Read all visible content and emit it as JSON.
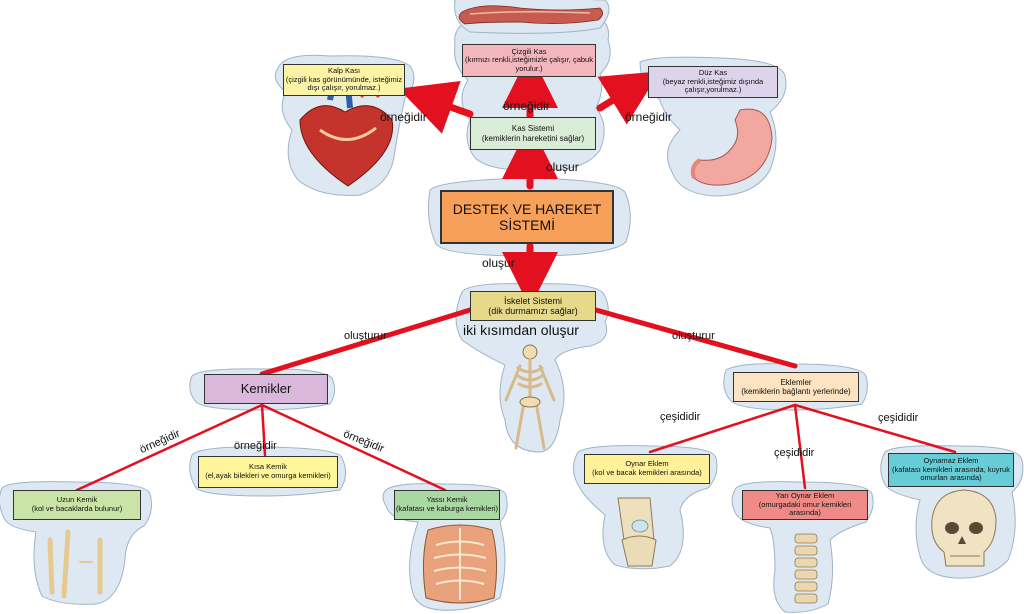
{
  "central": {
    "line1": "DESTEK VE HAREKET",
    "line2": "SİSTEMİ"
  },
  "kas_sistemi": {
    "title": "Kas Sistemi",
    "desc": "(kemiklerin hareketini sağlar)"
  },
  "cizgili_kas": {
    "title": "Çizgili Kas",
    "desc": "(kırmızı renkli,isteğimizle çalışır, çabuk yorulur.)"
  },
  "kalp_kasi": {
    "title": "Kalp Kası",
    "desc": "(çizgili kas görünümünde, isteğimiz dışı çalışır, yorulmaz.)"
  },
  "duz_kas": {
    "title": "Düz Kas",
    "desc": "(beyaz renkli,isteğimiz dışında çalışır,yorulmaz.)"
  },
  "iskelet_sistemi": {
    "title": "İskelet Sistemi",
    "desc": "(dik durmamızı sağlar)"
  },
  "kemikler": {
    "title": "Kemikler"
  },
  "eklemler": {
    "title": "Eklemler",
    "desc": "(kemiklerin bağlantı yerlerinde)"
  },
  "uzun_kemik": {
    "title": "Uzun Kemik",
    "desc": "(kol ve bacaklarda bulunur)"
  },
  "kisa_kemik": {
    "title": "Kısa Kemik",
    "desc": "(el,ayak bilekleri ve omurga kemikleri)"
  },
  "yassi_kemik": {
    "title": "Yassı Kemik",
    "desc": "(kafatası ve kaburga kemikleri)"
  },
  "oynar_eklem": {
    "title": "Oynar Eklem",
    "desc": "(kol ve bacak kemikleri arasında)"
  },
  "yari_oynar_eklem": {
    "title": "Yarı Oynar Eklem",
    "desc": "(omurgadaki omur kemikleri arasında)"
  },
  "oynamaz_eklem": {
    "title": "Oynamaz Eklem",
    "desc": "(kafatası kemikleri arasında, kuyruk omurları arasında)"
  },
  "labels": {
    "olusur": "oluşur",
    "ornegidir": "örneğidir",
    "olusturur": "oluşturur",
    "iki_kisim": "iki kısımdan oluşur",
    "cesididir": "çeşididir"
  },
  "colors": {
    "central": "#f7a05a",
    "kas": "#d9ecd6",
    "cizgili": "#f4b6bd",
    "kalp": "#fbf3a6",
    "duz": "#ddd3ea",
    "iskelet": "#e6d989",
    "kemikler": "#d9b8dc",
    "eklemler": "#fde3bf",
    "uzun": "#c9e4a6",
    "kisa": "#fff599",
    "yassi": "#a9d8a2",
    "oynar": "#fff199",
    "yari": "#f08a86",
    "oynamaz": "#66ccd6",
    "arrow": "#e3111f",
    "cloud": "#dde8f2"
  }
}
